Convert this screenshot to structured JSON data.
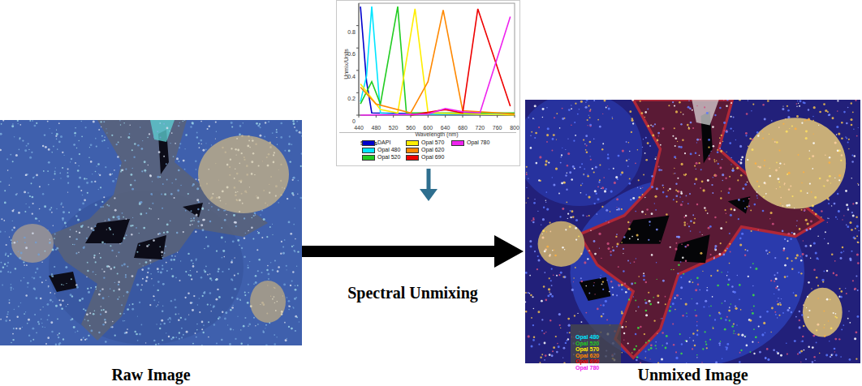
{
  "diagram": {
    "nodes": [
      {
        "text": [
          "Raw Image"
        ]
      },
      {
        "text": [
          "Unmixed Image"
        ]
      }
    ],
    "edges": [
      {
        "from": 0,
        "to": 1,
        "arrow": "to",
        "label": "Spectral Unmixing"
      }
    ],
    "labels": [
      "0",
      "0.2",
      "0.4",
      "0.6",
      "0.8",
      "440",
      "480",
      "520",
      "560",
      "600",
      "640",
      "680",
      "720",
      "760",
      "800",
      "Unmix/Units",
      "Wavelength (nm)",
      "Stains",
      "Opal 480",
      "Opal 520",
      "Opal 570",
      "Opal 620",
      "Opal 690",
      "Opal 780"
    ],
    "legend": [
      {
        "text": "DAPI",
        "color": "#0000cc"
      },
      {
        "text": "Opal 480",
        "color": "#00e5ff"
      },
      {
        "text": "Opal 520",
        "color": "#22cc22"
      },
      {
        "text": "Opal 570",
        "color": "#ffee00"
      },
      {
        "text": "Opal 620",
        "color": "#ff8800"
      },
      {
        "text": "Opal 690",
        "color": "#ee0000"
      },
      {
        "text": "Opal 780",
        "color": "#ee22ee"
      }
    ]
  }
}
